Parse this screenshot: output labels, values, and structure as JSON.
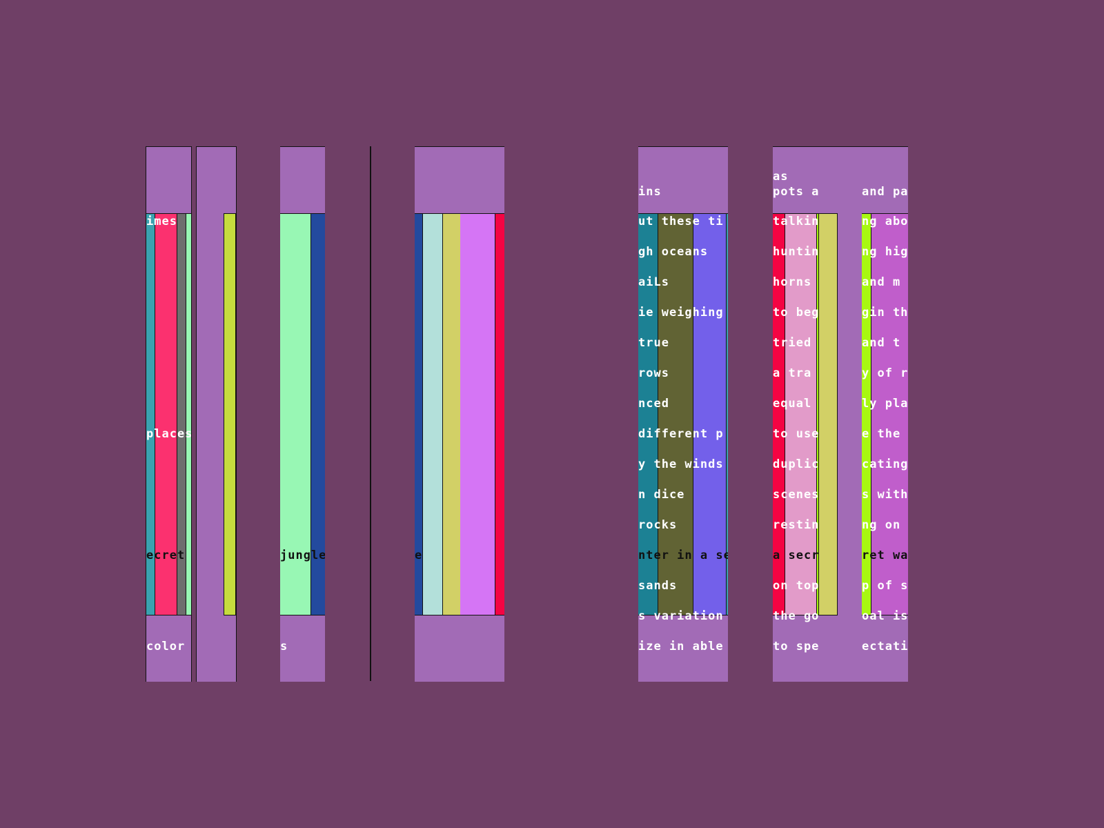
{
  "panels": [
    {
      "id": "a",
      "lines": [
        "imes",
        "",
        "",
        "",
        "",
        "",
        "",
        "places",
        "",
        "",
        "",
        "ecret",
        "",
        "",
        "color"
      ]
    },
    {
      "id": "b",
      "lines": []
    },
    {
      "id": "c",
      "lines": [
        "",
        "",
        "",
        "",
        "",
        "",
        "",
        "",
        "",
        "",
        "",
        "jungle",
        "",
        "",
        "s"
      ]
    },
    {
      "id": "d",
      "lines": [
        "",
        "",
        "",
        "",
        "",
        "",
        "",
        "",
        "",
        "",
        "",
        "e",
        "",
        "",
        ""
      ]
    },
    {
      "id": "e",
      "header": [
        "",
        "ins"
      ],
      "lines": [
        "ut these ti",
        "gh oceans",
        "aiLs",
        "ie weighing",
        "true",
        "rows",
        "nced",
        "different p",
        "y the winds",
        "n dice",
        "rocks",
        "nter in a se",
        "sands",
        "s variation",
        "ize in able"
      ]
    },
    {
      "id": "f1",
      "header": [
        "as",
        "pots a"
      ],
      "lines": [
        "talkin",
        "huntin",
        "horns",
        "to beg",
        "tried",
        "a tra",
        "equal",
        "to use",
        "duplic",
        "scenes",
        "restin",
        "a secr",
        "on top",
        "the go",
        "to spe"
      ]
    },
    {
      "id": "f2",
      "header": [
        "",
        "and pa"
      ],
      "lines": [
        "ng abo",
        "ng hig",
        "and m",
        "gin th",
        "and t",
        "y of r",
        "ly pla",
        "e the",
        "cating",
        "s with",
        "ng on",
        "ret wa",
        "p of s",
        "oal is",
        "ectati"
      ]
    }
  ]
}
